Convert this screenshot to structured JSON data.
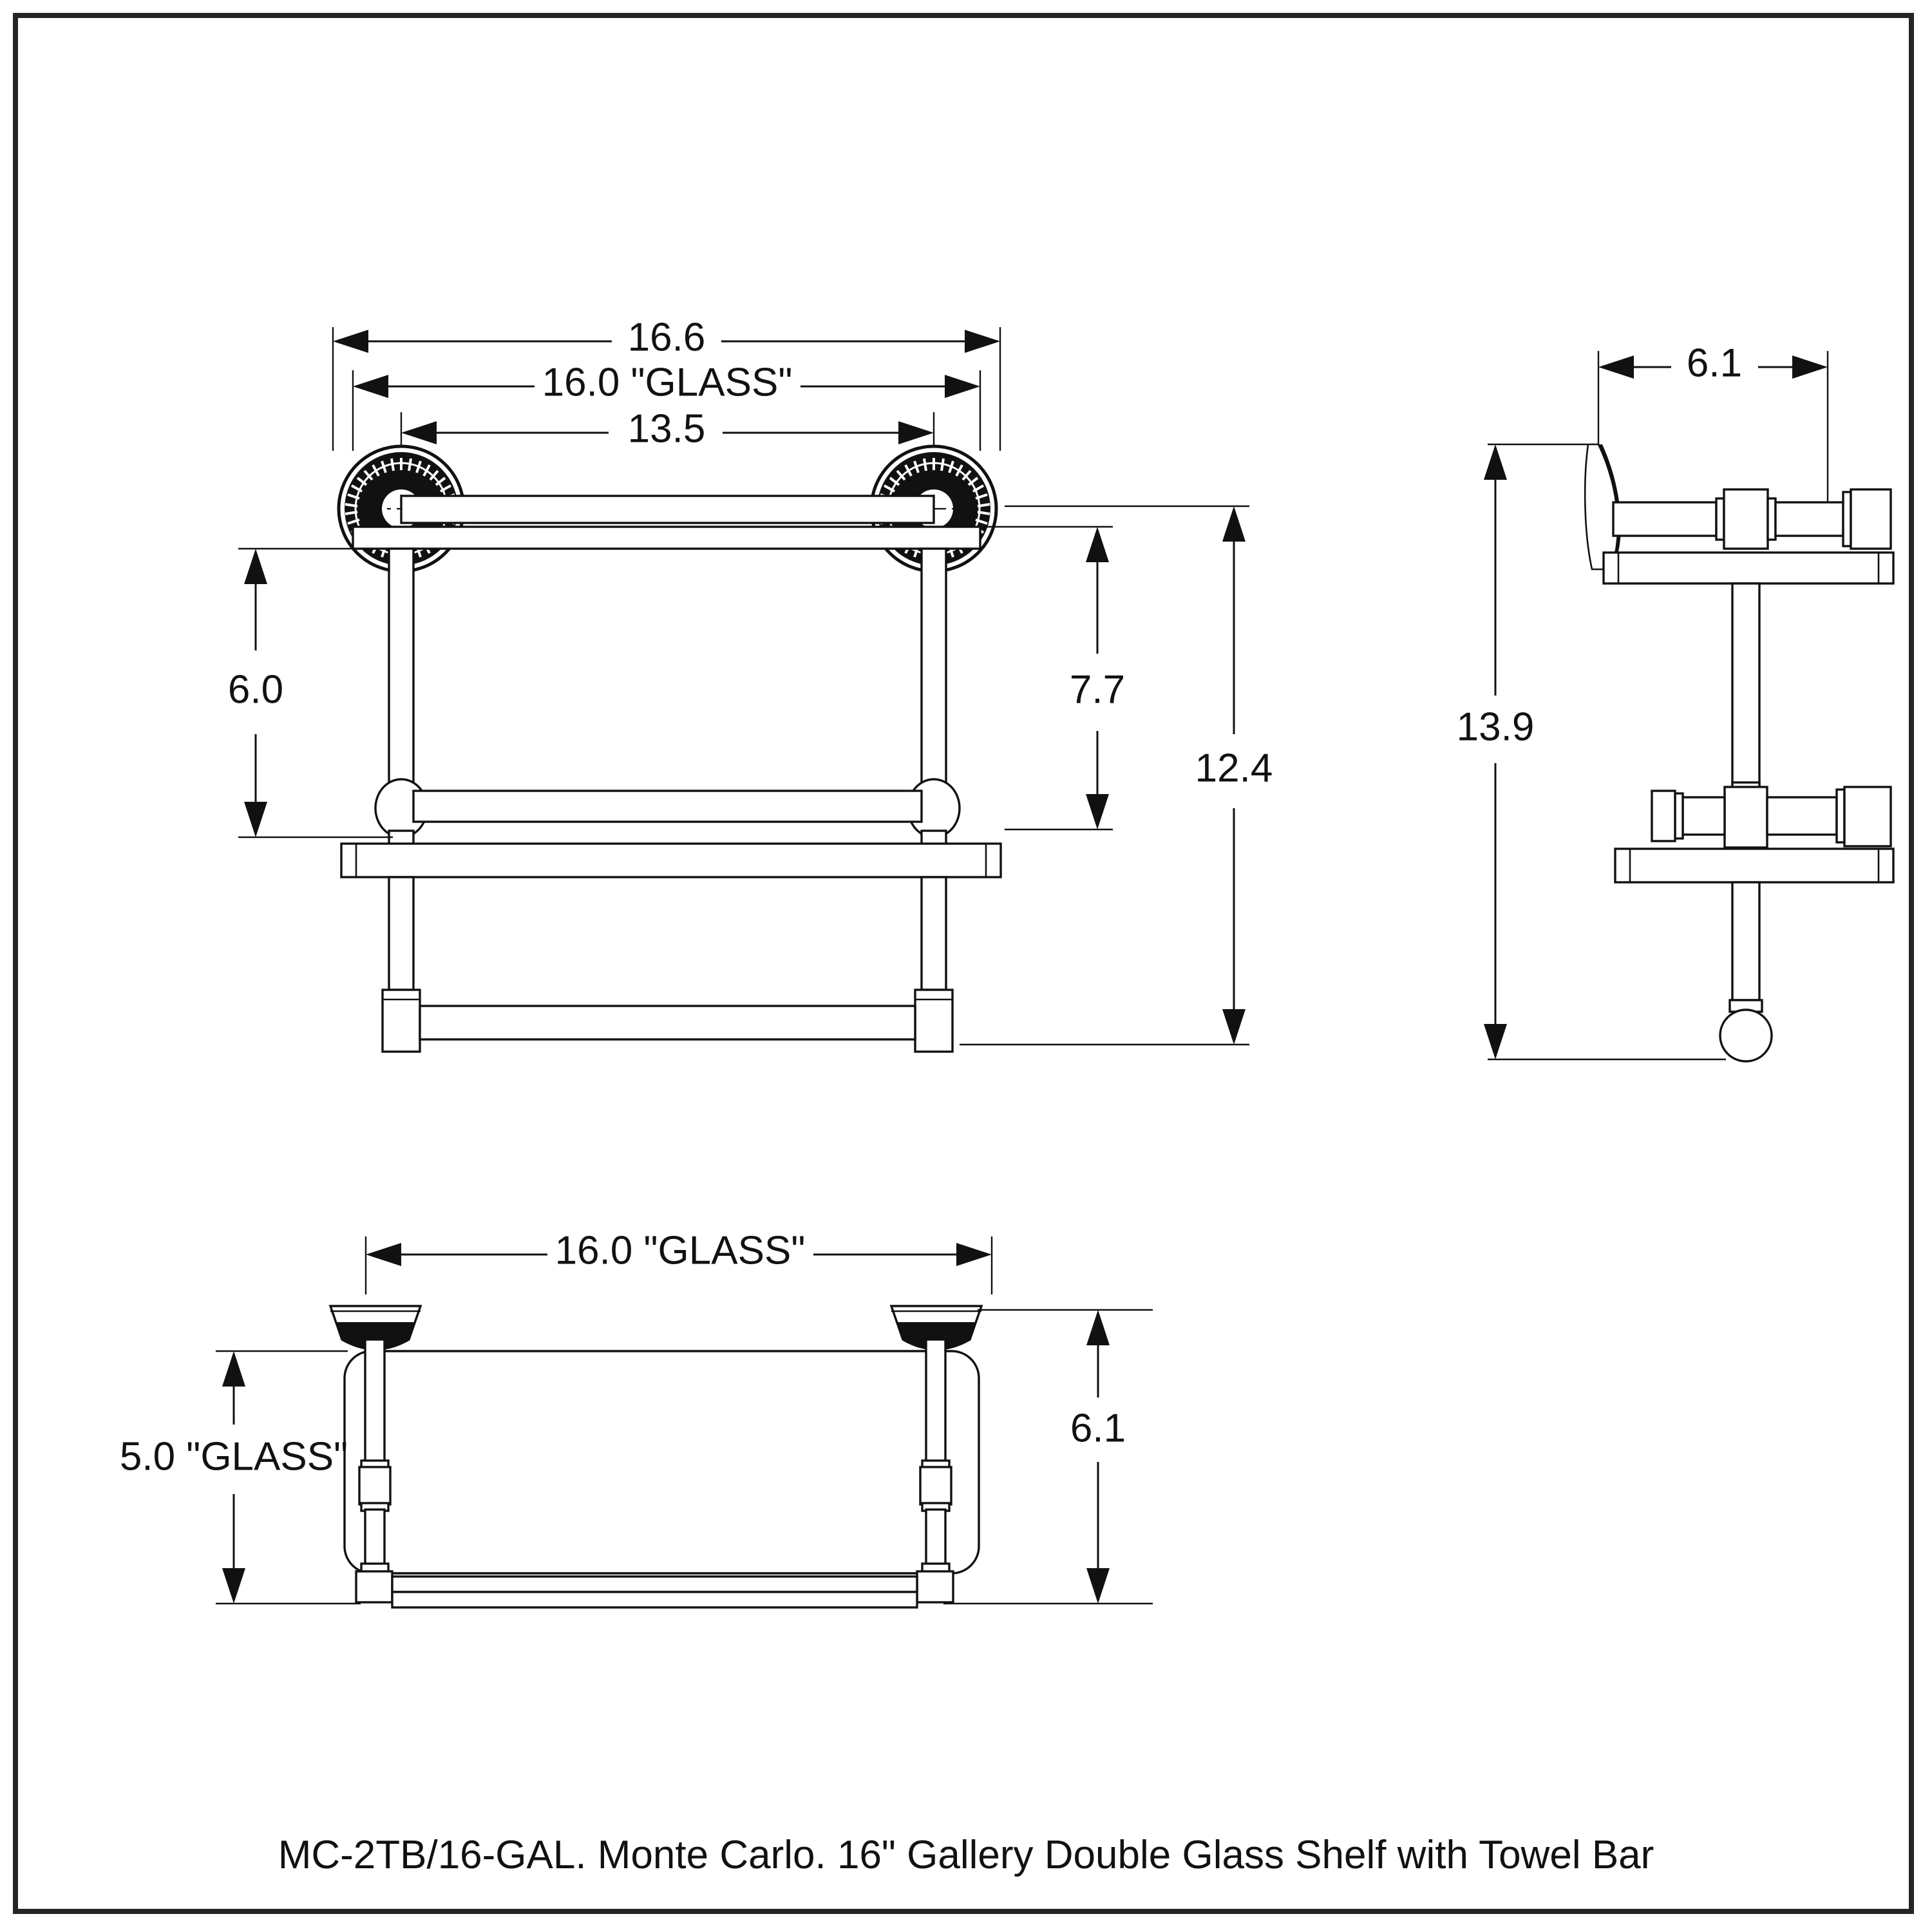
{
  "drawing": {
    "caption": "MC-2TB/16-GAL. Monte Carlo. 16\" Gallery Double Glass Shelf with Towel Bar",
    "border_color": "#252525",
    "line_color": "#111111",
    "background": "#ffffff",
    "views": {
      "front": {
        "name": "front-elevation-view"
      },
      "side": {
        "name": "side-elevation-view"
      },
      "plan": {
        "name": "plan-view"
      }
    },
    "dimensions": {
      "front_overall_width": "16.6",
      "front_glass_width": "16.0 \"GLASS\"",
      "front_mount_centers": "13.5",
      "front_gallery_to_shelf": "6.0",
      "front_gallery_to_shelf_right": "7.7",
      "front_overall_height": "12.4",
      "side_depth": "6.1",
      "side_overall_height": "13.9",
      "plan_glass_width": "16.0 \"GLASS\"",
      "plan_glass_depth": "5.0 \"GLASS\"",
      "plan_overall_depth": "6.1"
    },
    "labels": [
      {
        "id": "d-16-6",
        "text": "16.6",
        "view": "front",
        "orient": "horizontal"
      },
      {
        "id": "d-16-0-a",
        "text": "16.0 \"GLASS\"",
        "view": "front",
        "orient": "horizontal"
      },
      {
        "id": "d-13-5",
        "text": "13.5",
        "view": "front",
        "orient": "horizontal"
      },
      {
        "id": "d-6-0",
        "text": "6.0",
        "view": "front",
        "orient": "vertical"
      },
      {
        "id": "d-7-7",
        "text": "7.7",
        "view": "front",
        "orient": "vertical"
      },
      {
        "id": "d-12-4",
        "text": "12.4",
        "view": "front",
        "orient": "vertical"
      },
      {
        "id": "d-6-1-side",
        "text": "6.1",
        "view": "side",
        "orient": "horizontal"
      },
      {
        "id": "d-13-9",
        "text": "13.9",
        "view": "side",
        "orient": "vertical"
      },
      {
        "id": "d-16-0-b",
        "text": "16.0 \"GLASS\"",
        "view": "plan",
        "orient": "horizontal"
      },
      {
        "id": "d-5-0",
        "text": "5.0 \"GLASS\"",
        "view": "plan",
        "orient": "vertical"
      },
      {
        "id": "d-6-1-plan",
        "text": "6.1",
        "view": "plan",
        "orient": "vertical"
      }
    ]
  }
}
